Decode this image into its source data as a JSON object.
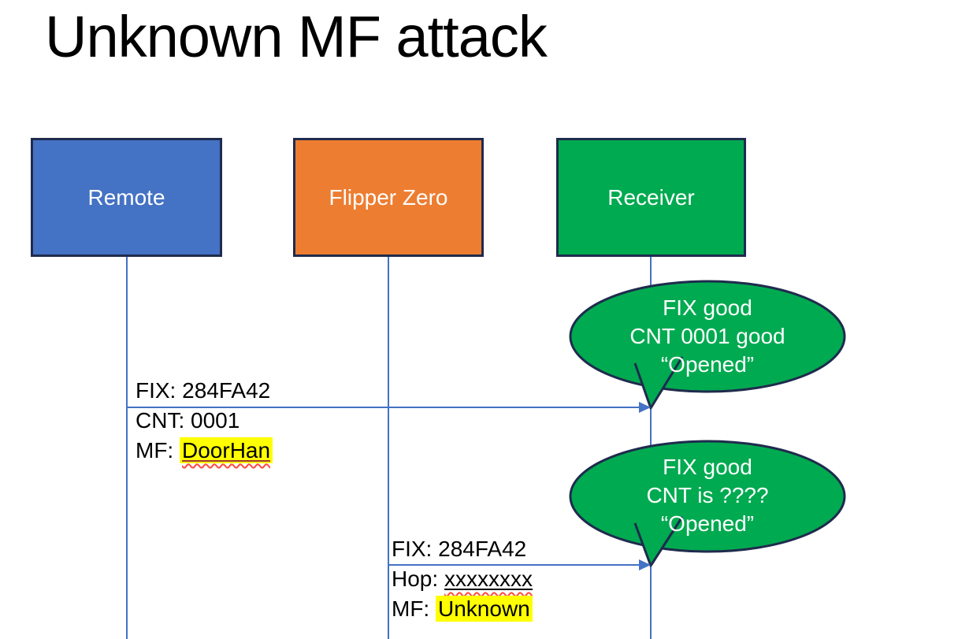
{
  "title": "Unknown MF attack",
  "actors": [
    {
      "label": "Remote",
      "fill": "#4472c4"
    },
    {
      "label": "Flipper Zero",
      "fill": "#ed7d31"
    },
    {
      "label": "Receiver",
      "fill": "#00aa50"
    }
  ],
  "messages": [
    {
      "from": "Remote",
      "to": "Receiver",
      "above": "FIX: 284FA42",
      "line2": "CNT: 0001",
      "line3_prefix": "MF: ",
      "line3_value": "DoorHan"
    },
    {
      "from": "Flipper Zero",
      "to": "Receiver",
      "above": "FIX: 284FA42",
      "line2_prefix": "Hop: ",
      "line2_value": "xxxxxxxx",
      "line3_prefix": "MF: ",
      "line3_value": "Unknown"
    }
  ],
  "callouts": [
    {
      "line1": "FIX good",
      "line2": "CNT 0001 good",
      "line3": "“Opened”"
    },
    {
      "line1": "FIX good",
      "line2": "CNT is ????",
      "line3": "“Opened”"
    }
  ],
  "colors": {
    "actor_blue": "#4472c4",
    "actor_orange": "#ed7d31",
    "actor_green": "#00aa50",
    "shape_border": "#1f2b4d",
    "line_blue": "#4472c4",
    "callout_fill": "#00aa50",
    "highlight_yellow": "#ffff00",
    "squiggle_red": "#ff4b3e",
    "text_black": "#000000",
    "background": "#ffffff"
  }
}
